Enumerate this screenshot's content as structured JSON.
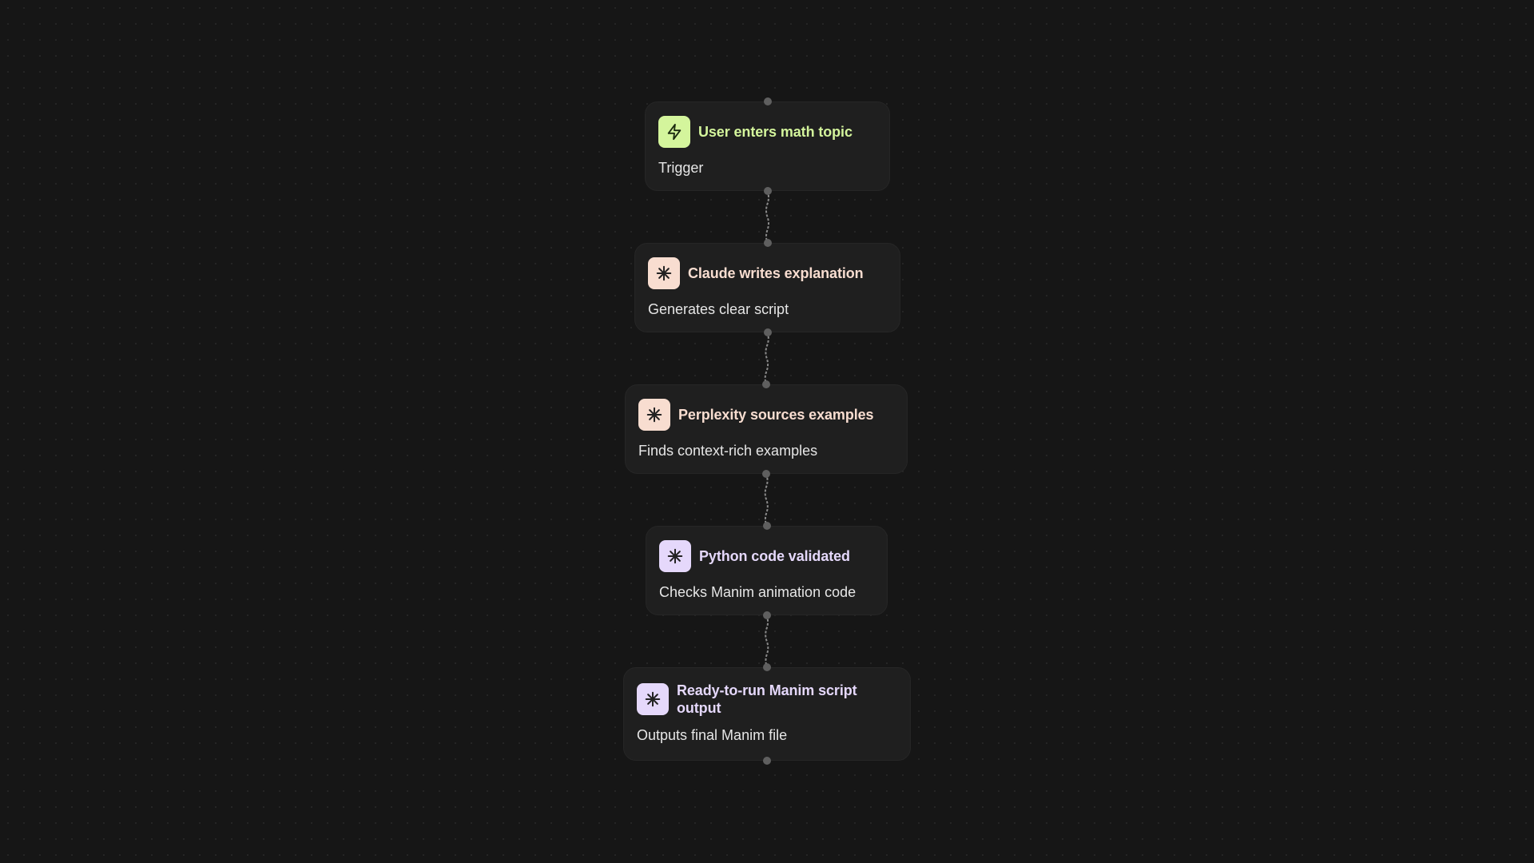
{
  "colors": {
    "background": "#161616",
    "node_background": "#1f1f1f",
    "connector": "#8a8a8a",
    "port": "#5f5f5f"
  },
  "nodes": [
    {
      "title": "User enters math topic",
      "subtitle": "Trigger",
      "icon": "lightning-icon",
      "icon_bg": "#d4f59c",
      "icon_fg": "#1b2a10",
      "title_color": "#d4f59c"
    },
    {
      "title": "Claude writes explanation",
      "subtitle": "Generates clear script",
      "icon": "asterisk-icon",
      "icon_bg": "#f8ddd0",
      "icon_fg": "#222222",
      "title_color": "#f8ddd0"
    },
    {
      "title": "Perplexity sources examples",
      "subtitle": "Finds context-rich examples",
      "icon": "asterisk-icon",
      "icon_bg": "#f8ddd0",
      "icon_fg": "#222222",
      "title_color": "#f8ddd0"
    },
    {
      "title": "Python code validated",
      "subtitle": "Checks Manim animation code",
      "icon": "asterisk-icon",
      "icon_bg": "#e5d8fb",
      "icon_fg": "#222222",
      "title_color": "#e5d8fb"
    },
    {
      "title": "Ready-to-run Manim script output",
      "subtitle": "Outputs final Manim file",
      "icon": "asterisk-icon",
      "icon_bg": "#e5d8fb",
      "icon_fg": "#222222",
      "title_color": "#e5d8fb"
    }
  ]
}
